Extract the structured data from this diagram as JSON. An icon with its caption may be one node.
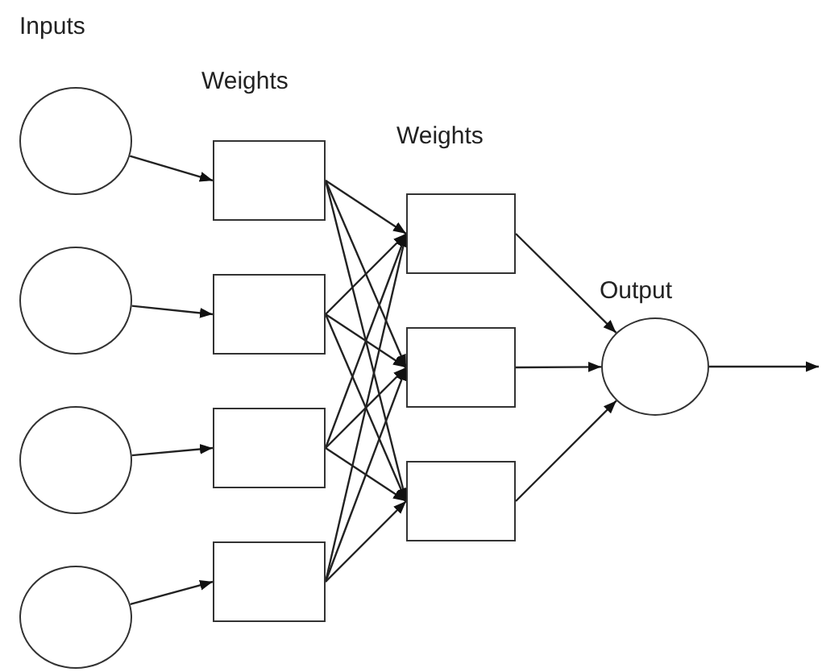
{
  "diagram": {
    "nodes": [
      {
        "text": [],
        "shape": "circle"
      },
      {
        "text": [],
        "shape": "circle"
      },
      {
        "text": [],
        "shape": "circle"
      },
      {
        "text": [],
        "shape": "circle"
      },
      {
        "text": [],
        "shape": "box"
      },
      {
        "text": [],
        "shape": "box"
      },
      {
        "text": [],
        "shape": "box"
      },
      {
        "text": [],
        "shape": "box"
      },
      {
        "text": [],
        "shape": "box"
      },
      {
        "text": [],
        "shape": "box"
      },
      {
        "text": [],
        "shape": "box"
      },
      {
        "text": [],
        "shape": "circle"
      }
    ],
    "edges": [
      {
        "from": 0,
        "to": 4,
        "arrow": "to"
      },
      {
        "from": 1,
        "to": 5,
        "arrow": "to"
      },
      {
        "from": 2,
        "to": 6,
        "arrow": "to"
      },
      {
        "from": 3,
        "to": 7,
        "arrow": "to"
      },
      {
        "from": 4,
        "to": 8,
        "arrow": "to"
      },
      {
        "from": 4,
        "to": 9,
        "arrow": "to"
      },
      {
        "from": 4,
        "to": 10,
        "arrow": "to"
      },
      {
        "from": 5,
        "to": 8,
        "arrow": "to"
      },
      {
        "from": 5,
        "to": 9,
        "arrow": "to"
      },
      {
        "from": 5,
        "to": 10,
        "arrow": "to"
      },
      {
        "from": 6,
        "to": 8,
        "arrow": "to"
      },
      {
        "from": 6,
        "to": 9,
        "arrow": "to"
      },
      {
        "from": 6,
        "to": 10,
        "arrow": "to"
      },
      {
        "from": 7,
        "to": 8,
        "arrow": "to"
      },
      {
        "from": 7,
        "to": 9,
        "arrow": "to"
      },
      {
        "from": 7,
        "to": 10,
        "arrow": "to"
      },
      {
        "from": 8,
        "to": 11,
        "arrow": "to"
      },
      {
        "from": 9,
        "to": 11,
        "arrow": "to"
      },
      {
        "from": 10,
        "to": 11,
        "arrow": "to"
      },
      {
        "from": 11,
        "to": null,
        "arrow": "to"
      }
    ],
    "labels": [
      "Inputs",
      "Weights",
      "Weights",
      "Output"
    ]
  }
}
